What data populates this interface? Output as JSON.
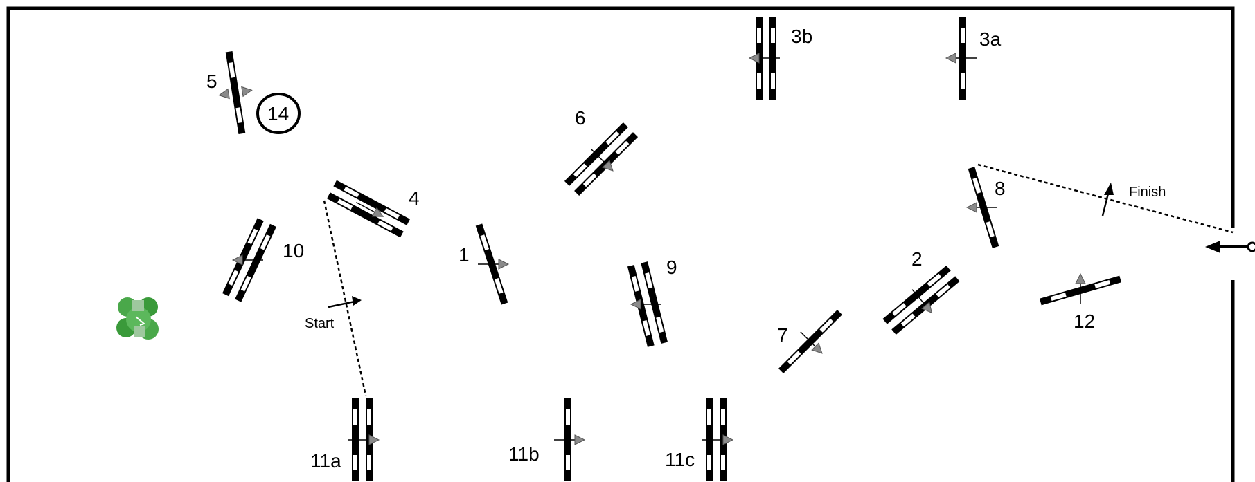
{
  "course": {
    "start_label": "Start",
    "finish_label": "Finish",
    "obstacles": [
      {
        "id": "jump-1",
        "label": "1"
      },
      {
        "id": "jump-2",
        "label": "2"
      },
      {
        "id": "jump-3a",
        "label": "3a"
      },
      {
        "id": "jump-3b",
        "label": "3b"
      },
      {
        "id": "jump-4",
        "label": "4"
      },
      {
        "id": "jump-5",
        "label": "5"
      },
      {
        "id": "jump-6",
        "label": "6"
      },
      {
        "id": "jump-7",
        "label": "7"
      },
      {
        "id": "jump-8",
        "label": "8"
      },
      {
        "id": "jump-9",
        "label": "9"
      },
      {
        "id": "jump-10",
        "label": "10"
      },
      {
        "id": "jump-11a",
        "label": "11a"
      },
      {
        "id": "jump-11b",
        "label": "11b"
      },
      {
        "id": "jump-11c",
        "label": "11c"
      },
      {
        "id": "jump-12",
        "label": "12"
      },
      {
        "id": "marker-14",
        "label": "14"
      }
    ],
    "colors": {
      "fence": "#000000",
      "fence_stripe": "#ffffff",
      "direction_arrow": "#808080",
      "shrub": "#3a9a3a"
    },
    "icons": [
      "shrub-icon",
      "direction-arrow-icon",
      "entrance-arrow-icon"
    ]
  }
}
